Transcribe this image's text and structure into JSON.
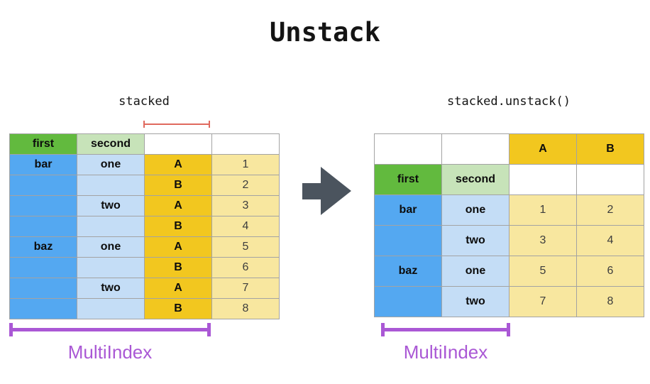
{
  "title": "Unstack",
  "colors": {
    "green": "#62ba3e",
    "light_green": "#c7e3b9",
    "blue": "#54a8f1",
    "light_blue": "#c4ddf6",
    "gold": "#f2c71f",
    "light_yellow": "#f8e79f",
    "white": "#ffffff",
    "border": "#a3a3a3",
    "arrow": "#4b545e",
    "purple": "#aa58d5",
    "red": "#e0695e"
  },
  "left_panel": {
    "caption": "stacked",
    "multiindex_label": "MultiIndex",
    "rows": [
      [
        {
          "t": "first",
          "bg": "green",
          "b": 1
        },
        {
          "t": "second",
          "bg": "light_green",
          "b": 1
        },
        {
          "t": "",
          "bg": "white",
          "b": 1
        },
        {
          "t": "",
          "bg": "white",
          "b": 1
        }
      ],
      [
        {
          "t": "bar",
          "bg": "blue",
          "b": 1
        },
        {
          "t": "one",
          "bg": "light_blue",
          "b": 1
        },
        {
          "t": "A",
          "bg": "gold",
          "b": 1
        },
        {
          "t": "1",
          "bg": "light_yellow",
          "b": 0
        }
      ],
      [
        {
          "t": "",
          "bg": "blue",
          "b": 1
        },
        {
          "t": "",
          "bg": "light_blue",
          "b": 1
        },
        {
          "t": "B",
          "bg": "gold",
          "b": 1
        },
        {
          "t": "2",
          "bg": "light_yellow",
          "b": 0
        }
      ],
      [
        {
          "t": "",
          "bg": "blue",
          "b": 1
        },
        {
          "t": "two",
          "bg": "light_blue",
          "b": 1
        },
        {
          "t": "A",
          "bg": "gold",
          "b": 1
        },
        {
          "t": "3",
          "bg": "light_yellow",
          "b": 0
        }
      ],
      [
        {
          "t": "",
          "bg": "blue",
          "b": 1
        },
        {
          "t": "",
          "bg": "light_blue",
          "b": 1
        },
        {
          "t": "B",
          "bg": "gold",
          "b": 1
        },
        {
          "t": "4",
          "bg": "light_yellow",
          "b": 0
        }
      ],
      [
        {
          "t": "baz",
          "bg": "blue",
          "b": 1
        },
        {
          "t": "one",
          "bg": "light_blue",
          "b": 1
        },
        {
          "t": "A",
          "bg": "gold",
          "b": 1
        },
        {
          "t": "5",
          "bg": "light_yellow",
          "b": 0
        }
      ],
      [
        {
          "t": "",
          "bg": "blue",
          "b": 1
        },
        {
          "t": "",
          "bg": "light_blue",
          "b": 1
        },
        {
          "t": "B",
          "bg": "gold",
          "b": 1
        },
        {
          "t": "6",
          "bg": "light_yellow",
          "b": 0
        }
      ],
      [
        {
          "t": "",
          "bg": "blue",
          "b": 1
        },
        {
          "t": "two",
          "bg": "light_blue",
          "b": 1
        },
        {
          "t": "A",
          "bg": "gold",
          "b": 1
        },
        {
          "t": "7",
          "bg": "light_yellow",
          "b": 0
        }
      ],
      [
        {
          "t": "",
          "bg": "blue",
          "b": 1
        },
        {
          "t": "",
          "bg": "light_blue",
          "b": 1
        },
        {
          "t": "B",
          "bg": "gold",
          "b": 1
        },
        {
          "t": "8",
          "bg": "light_yellow",
          "b": 0
        }
      ]
    ]
  },
  "right_panel": {
    "caption": "stacked.unstack()",
    "multiindex_label": "MultiIndex",
    "rows": [
      [
        {
          "t": "",
          "bg": "white",
          "b": 1
        },
        {
          "t": "",
          "bg": "white",
          "b": 1
        },
        {
          "t": "A",
          "bg": "gold",
          "b": 1
        },
        {
          "t": "B",
          "bg": "gold",
          "b": 1
        }
      ],
      [
        {
          "t": "first",
          "bg": "green",
          "b": 1
        },
        {
          "t": "second",
          "bg": "light_green",
          "b": 1
        },
        {
          "t": "",
          "bg": "white",
          "b": 1
        },
        {
          "t": "",
          "bg": "white",
          "b": 1
        }
      ],
      [
        {
          "t": "bar",
          "bg": "blue",
          "b": 1
        },
        {
          "t": "one",
          "bg": "light_blue",
          "b": 1
        },
        {
          "t": "1",
          "bg": "light_yellow",
          "b": 0
        },
        {
          "t": "2",
          "bg": "light_yellow",
          "b": 0
        }
      ],
      [
        {
          "t": "",
          "bg": "blue",
          "b": 1
        },
        {
          "t": "two",
          "bg": "light_blue",
          "b": 1
        },
        {
          "t": "3",
          "bg": "light_yellow",
          "b": 0
        },
        {
          "t": "4",
          "bg": "light_yellow",
          "b": 0
        }
      ],
      [
        {
          "t": "baz",
          "bg": "blue",
          "b": 1
        },
        {
          "t": "one",
          "bg": "light_blue",
          "b": 1
        },
        {
          "t": "5",
          "bg": "light_yellow",
          "b": 0
        },
        {
          "t": "6",
          "bg": "light_yellow",
          "b": 0
        }
      ],
      [
        {
          "t": "",
          "bg": "blue",
          "b": 1
        },
        {
          "t": "two",
          "bg": "light_blue",
          "b": 1
        },
        {
          "t": "7",
          "bg": "light_yellow",
          "b": 0
        },
        {
          "t": "8",
          "bg": "light_yellow",
          "b": 0
        }
      ]
    ]
  }
}
